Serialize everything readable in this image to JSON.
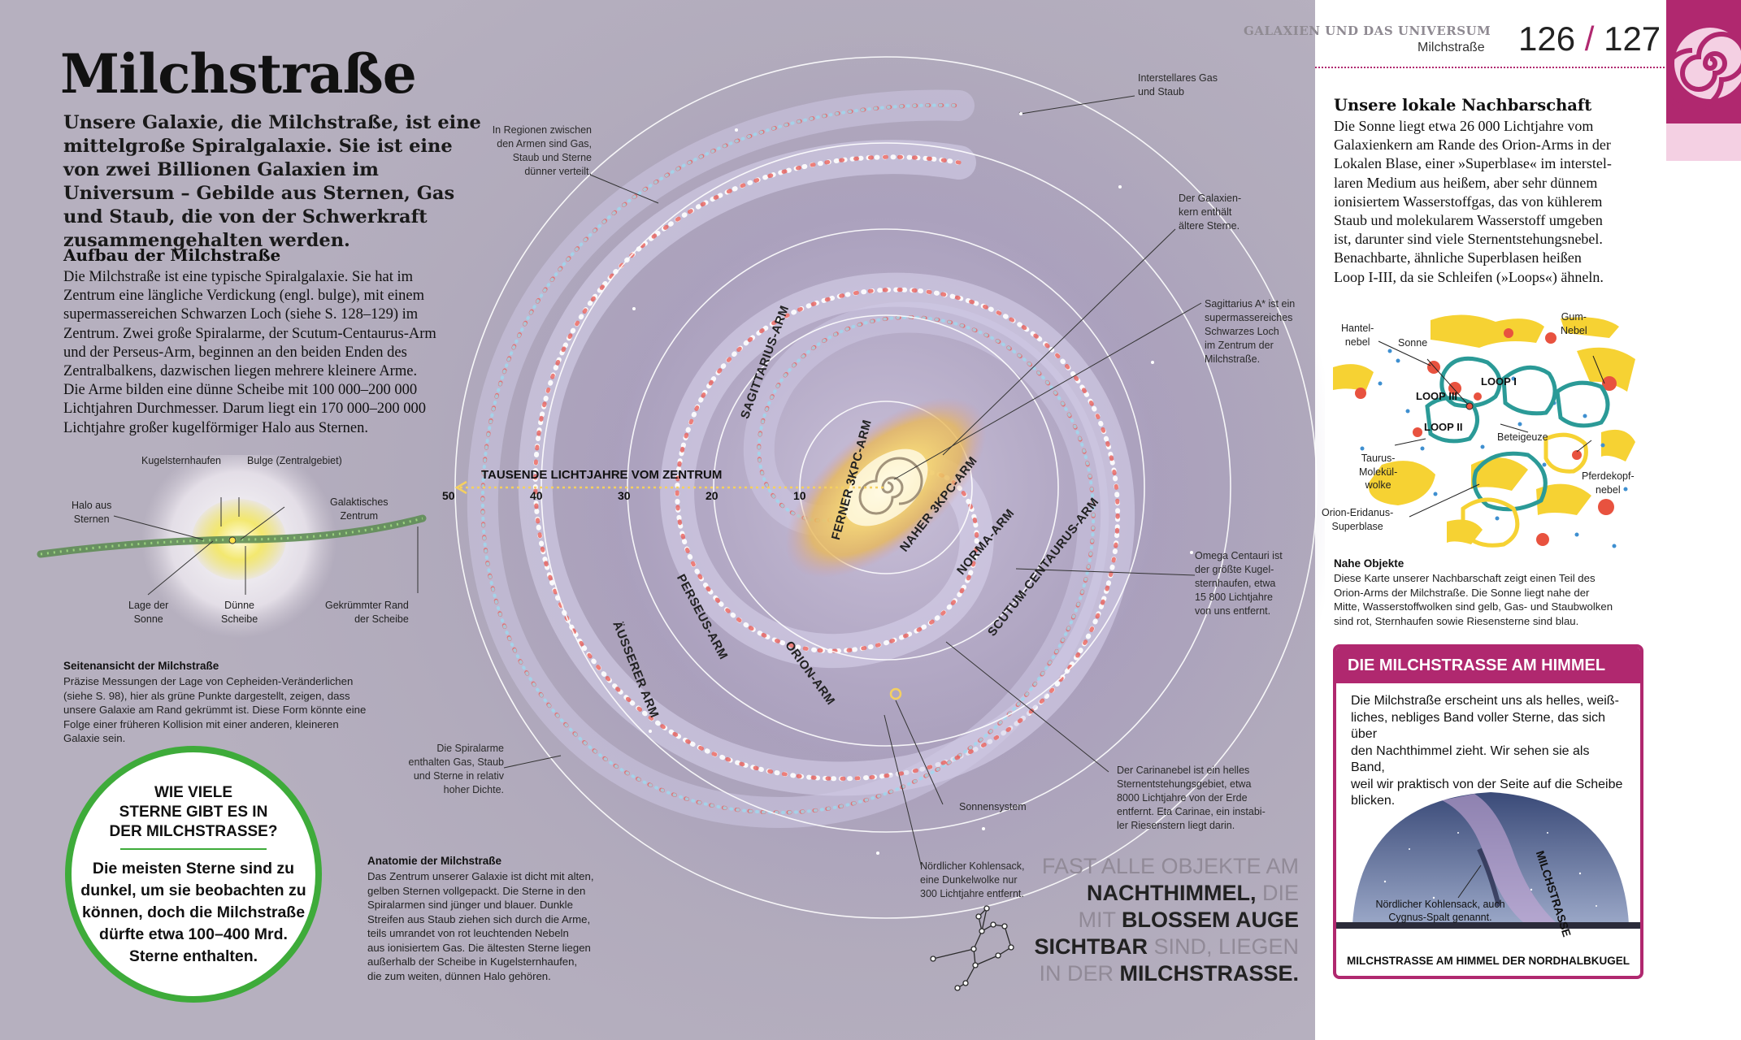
{
  "header": {
    "section": "GALAXIEN UND DAS UNIVERSUM",
    "subsection": "Milchstraße",
    "pages_left": "126",
    "pages_sep": "/",
    "pages_right": "127"
  },
  "title": "Milchstraße",
  "intro": "Unsere Galaxie, die Milchstraße, ist eine mittelgroße Spiralgalaxie. Sie ist eine von zwei Billionen Galaxien im Universum – Gebilde aus Sternen, Gas und Staub, die von der Schwerkraft zusammengehalten werden.",
  "structure": {
    "heading": "Aufbau der Milchstraße",
    "lines": [
      "Die Milchstraße ist eine typische Spiralgalaxie. Sie hat im",
      "Zentrum eine längliche Verdickung (engl. bulge), mit einem",
      "supermassereichen Schwarzen Loch (siehe S. 128–129) im",
      "Zentrum. Zwei große Spiralarme, der Scutum-Centaurus-Arm",
      "und der Perseus-Arm, beginnen an den beiden Enden des",
      "Zentralbalkens, dazwischen liegen mehrere kleinere Arme.",
      "Die Arme bilden eine dünne Scheibe mit 100 000–200 000",
      "Lichtjahren Durchmesser. Darum liegt ein 170 000–200 000",
      "Lichtjahre großer kugelförmiger Halo aus Sternen."
    ]
  },
  "side_view": {
    "labels": {
      "globular": "Kugelsternhaufen",
      "bulge": "Bulge (Zentralgebiet)",
      "halo": [
        "Halo aus",
        "Sternen"
      ],
      "center": [
        "Galaktisches",
        "Zentrum"
      ],
      "sun": [
        "Lage der",
        "Sonne"
      ],
      "thin": [
        "Dünne",
        "Scheibe"
      ],
      "warped": [
        "Gekrümmter Rand",
        "der Scheibe"
      ]
    },
    "caption_heading": "Seitenansicht der Milchstraße",
    "caption_lines": [
      "Präzise Messungen der Lage von Cepheiden-Veränderlichen",
      "(siehe S. 98), hier als grüne Punkte dargestellt, zeigen, dass",
      "unsere Galaxie am Rand gekrümmt ist. Diese Form könnte eine",
      "Folge einer früheren Kollision mit einer anderen, kleineren",
      "Galaxie sein."
    ]
  },
  "callout": {
    "heading": [
      "WIE VIELE",
      "STERNE GIBT ES IN",
      "DER MILCHSTRASSE?"
    ],
    "text": [
      "Die meisten Sterne sind zu",
      "dunkel, um sie beobachten zu",
      "können, doch die Milchstraße",
      "dürfte etwa 100–400  Mrd.",
      "Sterne enthalten."
    ]
  },
  "anatomy": {
    "heading": "Anatomie der Milchstraße",
    "lines": [
      "Das Zentrum unserer Galaxie ist dicht mit alten,",
      "gelben Sternen vollgepackt. Die Sterne in den",
      "Spiralarmen sind jünger und blauer. Dunkle",
      "Streifen aus Staub ziehen sich durch die Arme,",
      "teils umrandet von rot leuchtenden Nebeln",
      "aus ionisiertem Gas. Die ältesten Sterne liegen",
      "außerhalb der Scheibe in Kugelsternhaufen,",
      "die zum weiten, dünnen Halo gehören."
    ]
  },
  "galaxy": {
    "axis_label": "TAUSENDE LICHTJAHRE VOM ZENTRUM",
    "ticks": [
      "50",
      "40",
      "30",
      "20",
      "10"
    ],
    "arms": {
      "sagittarius": "SAGITTARIUS-ARM",
      "far3kpc": "FERNER 3KPC-ARM",
      "near3kpc": "NAHER 3KPC-ARM",
      "norma": "NORMA-ARM",
      "scutum": "SCUTUM-CENTAURUS-ARM",
      "perseus": "PERSEUS-ARM",
      "orion": "ORION-ARM",
      "outer": "ÄUSSERER ARM"
    },
    "annotations": {
      "interstellar": [
        "Interstellares Gas",
        "und Staub"
      ],
      "between_arms": [
        "In Regionen zwischen",
        "den Armen sind Gas,",
        "Staub und Sterne",
        "dünner verteilt."
      ],
      "core": [
        "Der Galaxien-",
        "kern enthält",
        "ältere Sterne."
      ],
      "sgr": [
        "Sagittarius A* ist ein",
        "supermassereiches",
        "Schwarzes Loch",
        "im Zentrum der",
        "Milchstraße."
      ],
      "omega": [
        "Omega Centauri ist",
        "der größte Kugel-",
        "sternhaufen, etwa",
        "15 800 Lichtjahre",
        "von uns entfernt."
      ],
      "spiral_arms": [
        "Die Spiralarme",
        "enthalten Gas, Staub",
        "und Sterne in relativ",
        "hoher Dichte."
      ],
      "carina": [
        "Der Carinanebel ist ein helles",
        "Sternentstehungsgebiet, etwa",
        "8000 Lichtjahre von der Erde",
        "entfernt. Eta Carinae, ein instabi-",
        "ler Riesenstern liegt darin."
      ],
      "solar": "Sonnensystem",
      "coalsack": [
        "Nördlicher Kohlensack,",
        "eine Dunkelwolke nur",
        "300 Lichtjahre entfernt."
      ]
    }
  },
  "quote": {
    "parts": [
      "FAST ALLE OBJEKTE AM",
      "NACHTHIMMEL,",
      " DIE",
      "MIT ",
      "BLOSSEM AUGE",
      "SICHTBAR",
      " SIND, LIEGEN",
      "IN DER ",
      "MILCHSTRASSE."
    ]
  },
  "neighborhood": {
    "heading": "Unsere lokale Nachbarschaft",
    "lines": [
      "Die Sonne liegt etwa 26 000 Lichtjahre vom",
      "Galaxienkern am Rande des Orion-Arms in der",
      "Lokalen Blase, einer »Superblase« im interstel-",
      "laren Medium aus heißem, aber sehr dünnem",
      "ionisiertem Wasserstoffgas, das von kühlerem",
      "Staub und molekularem Wasserstoff umgeben",
      "ist, darunter sind viele Sternentstehungsnebel.",
      "Benachbarte, ähnliche Superblasen heißen",
      "Loop I-III, da sie Schleifen (»Loops«) ähneln."
    ],
    "map_labels": {
      "hantel": [
        "Hantel-",
        "nebel"
      ],
      "sonne": "Sonne",
      "gum": [
        "Gum-",
        "Nebel"
      ],
      "loop1": "LOOP I",
      "loop3": "LOOP III",
      "loop2": "LOOP II",
      "betelgeuse": "Beteigeuze",
      "taurus": [
        "Taurus-",
        "Molekül-",
        "wolke"
      ],
      "horsehead": [
        "Pferdekopf-",
        "nebel"
      ],
      "eridanus": [
        "Orion-Eridanus-",
        "Superblase"
      ]
    },
    "caption_heading": "Nahe Objekte",
    "caption_lines": [
      "Diese Karte unserer Nachbarschaft zeigt einen Teil des",
      "Orion-Arms der Milchstraße. Die Sonne liegt nahe der",
      "Mitte, Wasserstoffwolken sind gelb, Gas- und Staubwolken",
      "sind rot, Sternhaufen sowie Riesensterne sind blau."
    ]
  },
  "sky": {
    "heading": "DIE MILCHSTRASSE AM HIMMEL",
    "lines": [
      "Die Milchstraße erscheint uns als helles, weiß-",
      "liches, nebliges Band voller Sterne, das sich über",
      "den Nachthimmel zieht. Wir sehen sie als Band,",
      "weil wir praktisch von der Seite auf die Scheibe",
      "blicken."
    ],
    "band_label": "MILCHSTRASSE",
    "coalsack_label": [
      "Nördlicher Kohlensack, auch",
      "Cygnus-Spalt genannt."
    ],
    "footer": "MILCHSTRASSE AM HIMMEL DER NORDHALBKUGEL"
  },
  "colors": {
    "accent": "#b0286f",
    "green": "#3eab3a",
    "page_bg": "#aea7ba",
    "teal": "#2b9a97",
    "yellow": "#f6d233"
  }
}
